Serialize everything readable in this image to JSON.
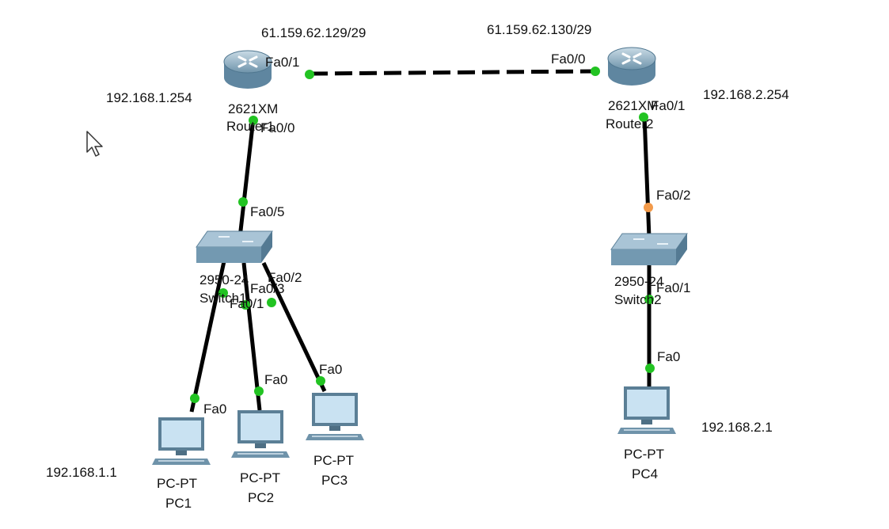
{
  "colors": {
    "background": "#ffffff",
    "link": "#000000",
    "port_up": "#22c322",
    "port_pending": "#f29a4a",
    "router_body": "#8fb0c4",
    "switch_body": "#7fa6bd",
    "pc_body": "#9cbfd6"
  },
  "devices": {
    "router1": {
      "line1": "2621XM",
      "line2": "Router1",
      "icon": "router-icon"
    },
    "router2": {
      "line1": "2621XM",
      "line2": "Router2",
      "icon": "router-icon"
    },
    "switch1": {
      "line1": "2950-24",
      "line2": "Switch1",
      "icon": "switch-icon"
    },
    "switch2": {
      "line1": "2950-24",
      "line2": "Switch2",
      "icon": "switch-icon"
    },
    "pc1": {
      "line1": "PC-PT",
      "line2": "PC1",
      "icon": "pc-icon"
    },
    "pc2": {
      "line1": "PC-PT",
      "line2": "PC2",
      "icon": "pc-icon"
    },
    "pc3": {
      "line1": "PC-PT",
      "line2": "PC3",
      "icon": "pc-icon"
    },
    "pc4": {
      "line1": "PC-PT",
      "line2": "PC4",
      "icon": "pc-icon"
    }
  },
  "addresses": {
    "r1_wan": "61.159.62.129/29",
    "r2_wan": "61.159.62.130/29",
    "r1_lan": "192.168.1.254",
    "r2_lan": "192.168.2.254",
    "pc1": "192.168.1.1",
    "pc4": "192.168.2.1"
  },
  "ports": {
    "r1_fa01": "Fa0/1",
    "r1_fa00": "Fa0/0",
    "r2_fa00": "Fa0/0",
    "r2_fa01": "Fa0/1",
    "s1_fa05": "Fa0/5",
    "s1_fa02": "Fa0/2",
    "s1_fa03": "Fa0/3",
    "s1_fa01": "Fa0/1",
    "s2_fa02": "Fa0/2",
    "s2_fa01": "Fa0/1",
    "pc1_fa0": "Fa0",
    "pc2_fa0": "Fa0",
    "pc3_fa0": "Fa0",
    "pc4_fa0": "Fa0"
  },
  "links": [
    {
      "from": "Router1 Fa0/1",
      "to": "Router2 Fa0/0",
      "style": "dashed",
      "status": "up"
    },
    {
      "from": "Router1 Fa0/0",
      "to": "Switch1 Fa0/5",
      "style": "solid",
      "status": "up"
    },
    {
      "from": "Router2 Fa0/1",
      "to": "Switch2 Fa0/2",
      "style": "solid",
      "status": "pending"
    },
    {
      "from": "Switch1 Fa0/1",
      "to": "PC1 Fa0",
      "style": "solid",
      "status": "up"
    },
    {
      "from": "Switch1 Fa0/2",
      "to": "PC2 Fa0",
      "style": "solid",
      "status": "up"
    },
    {
      "from": "Switch1 Fa0/3",
      "to": "PC3 Fa0",
      "style": "solid",
      "status": "up"
    },
    {
      "from": "Switch2 Fa0/1",
      "to": "PC4 Fa0",
      "style": "solid",
      "status": "up"
    }
  ],
  "cursor": {
    "icon": "mouse-pointer-icon"
  }
}
